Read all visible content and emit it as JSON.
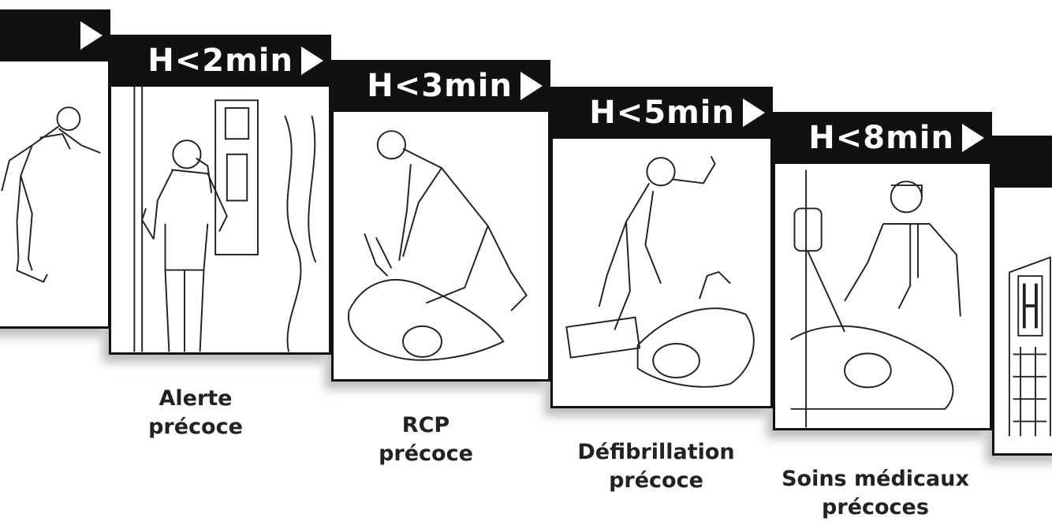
{
  "steps": [
    {
      "time": "",
      "caption_line1": "",
      "caption_line2": ""
    },
    {
      "time": "H<2min",
      "caption_line1": "Alerte",
      "caption_line2": "précoce"
    },
    {
      "time": "H<3min",
      "caption_line1": "RCP",
      "caption_line2": "précoce"
    },
    {
      "time": "H<5min",
      "caption_line1": "Défibrillation",
      "caption_line2": "précoce"
    },
    {
      "time": "H<8min",
      "caption_line1": "Soins médicaux",
      "caption_line2": "précoces"
    },
    {
      "time": "",
      "caption_line1": "",
      "caption_line2": ""
    }
  ],
  "icons": [
    "collapsing-person-icon",
    "phone-call-person-icon",
    "cpr-rescuer-icon",
    "defibrillator-rescuer-icon",
    "medical-care-icon",
    "hospital-building-icon"
  ]
}
